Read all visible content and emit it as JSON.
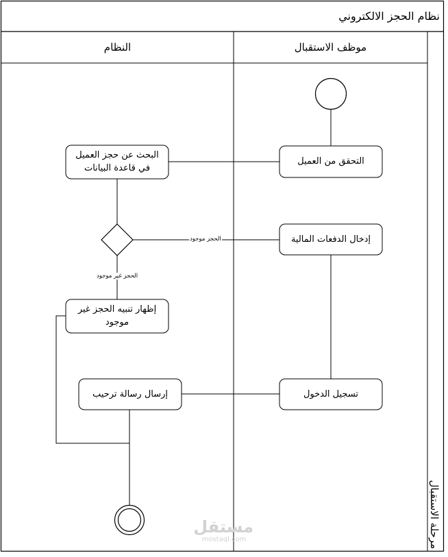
{
  "diagram": {
    "title": "نظام الحجز الالكتروني",
    "stage_label": "مرحلة الاستقبال",
    "lanes": [
      {
        "id": "reception",
        "title": "موظف الاستقبال"
      },
      {
        "id": "system",
        "title": "النظام"
      }
    ],
    "nodes": {
      "verify_customer": "التحقق من العميل",
      "search_booking": "البحث عن حجز العميل في قاعدة البيانات",
      "enter_payments": "إدخال الدفعات المالية",
      "show_not_found": "إظهار تنبيه الحجز غير موجود",
      "check_in": "تسجيل الدخول",
      "send_welcome": "إرسال رسالة ترحيب"
    },
    "guards": {
      "found": "الحجز موجود",
      "not_found": "الحجز غير موجود"
    }
  },
  "watermark": {
    "arabic": "مستقل",
    "latin": "mostaql.com"
  }
}
